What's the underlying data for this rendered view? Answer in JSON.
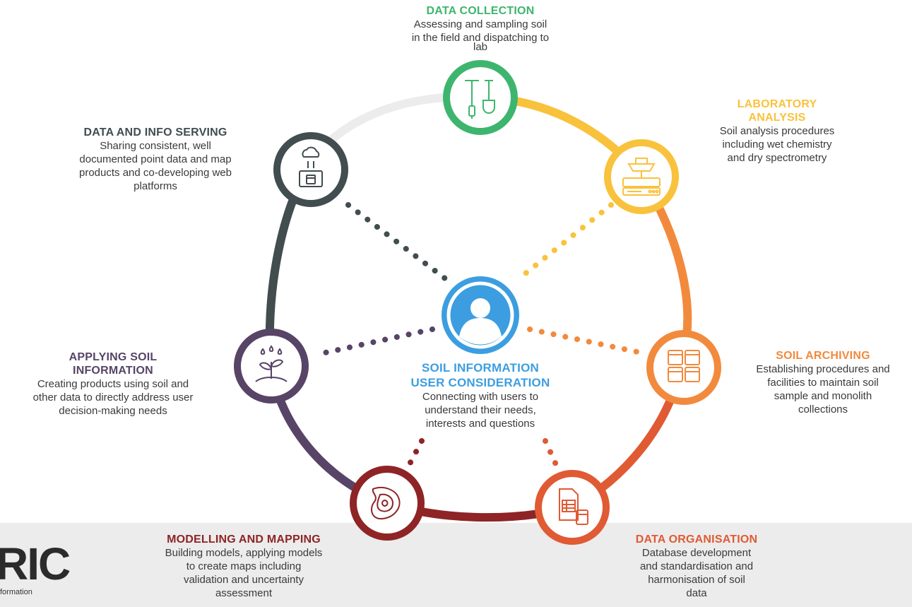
{
  "colors": {
    "data_collection": "#3eb56e",
    "laboratory_analysis": "#f9c23c",
    "soil_archiving": "#f28a3d",
    "data_organisation": "#e05a34",
    "modelling_mapping": "#8e2426",
    "applying_soil": "#574466",
    "data_serving": "#414d4f",
    "center": "#3c9ee0",
    "ring_gray": "#ececec"
  },
  "center": {
    "title_line1": "SOIL INFORMATION",
    "title_line2": "USER CONSIDERATION",
    "desc_line1": "Connecting with users to",
    "desc_line2": "understand their needs,",
    "desc_line3": "interests and questions",
    "icon": "user-icon"
  },
  "nodes": {
    "data_collection": {
      "title": "DATA COLLECTION",
      "desc_line1": "Assessing and sampling soil",
      "desc_line2": "in the field and dispatching to",
      "desc_line3": "lab",
      "icon": "soil-auger-shovel-icon"
    },
    "laboratory_analysis": {
      "title_line1": "LABORATORY",
      "title_line2": "ANALYSIS",
      "desc_line1": "Soil analysis procedures",
      "desc_line2": "including wet chemistry",
      "desc_line3": "and dry spectrometry",
      "icon": "lab-instrument-icon"
    },
    "soil_archiving": {
      "title": "SOIL ARCHIVING",
      "desc_line1": "Establishing procedures and",
      "desc_line2": "facilities to maintain soil",
      "desc_line3": "sample and monolith",
      "desc_line4": "collections",
      "icon": "sample-jars-icon"
    },
    "data_organisation": {
      "title": "DATA ORGANISATION",
      "desc_line1": "Database development",
      "desc_line2": "and standardisation and",
      "desc_line3": "harmonisation of soil",
      "desc_line4": "data",
      "icon": "documents-icon"
    },
    "modelling_mapping": {
      "title": "MODELLING AND MAPPING",
      "desc_line1": "Building models, applying models",
      "desc_line2": "to create maps including",
      "desc_line3": "validation and uncertainty",
      "desc_line4": "assessment",
      "icon": "contour-map-icon"
    },
    "applying_soil": {
      "title_line1": "APPLYING SOIL",
      "title_line2": "INFORMATION",
      "desc_line1": "Creating products using soil and",
      "desc_line2": "other data to directly address user",
      "desc_line3": "decision-making needs",
      "icon": "plant-rain-icon"
    },
    "data_serving": {
      "title": "DATA AND INFO SERVING",
      "desc_line1": "Sharing consistent, well",
      "desc_line2": "documented point data and map",
      "desc_line3": "products and co-developing web",
      "desc_line4": "platforms",
      "icon": "cloud-laptop-icon"
    }
  },
  "logo": {
    "mark": "RIC",
    "sub": "formation"
  }
}
